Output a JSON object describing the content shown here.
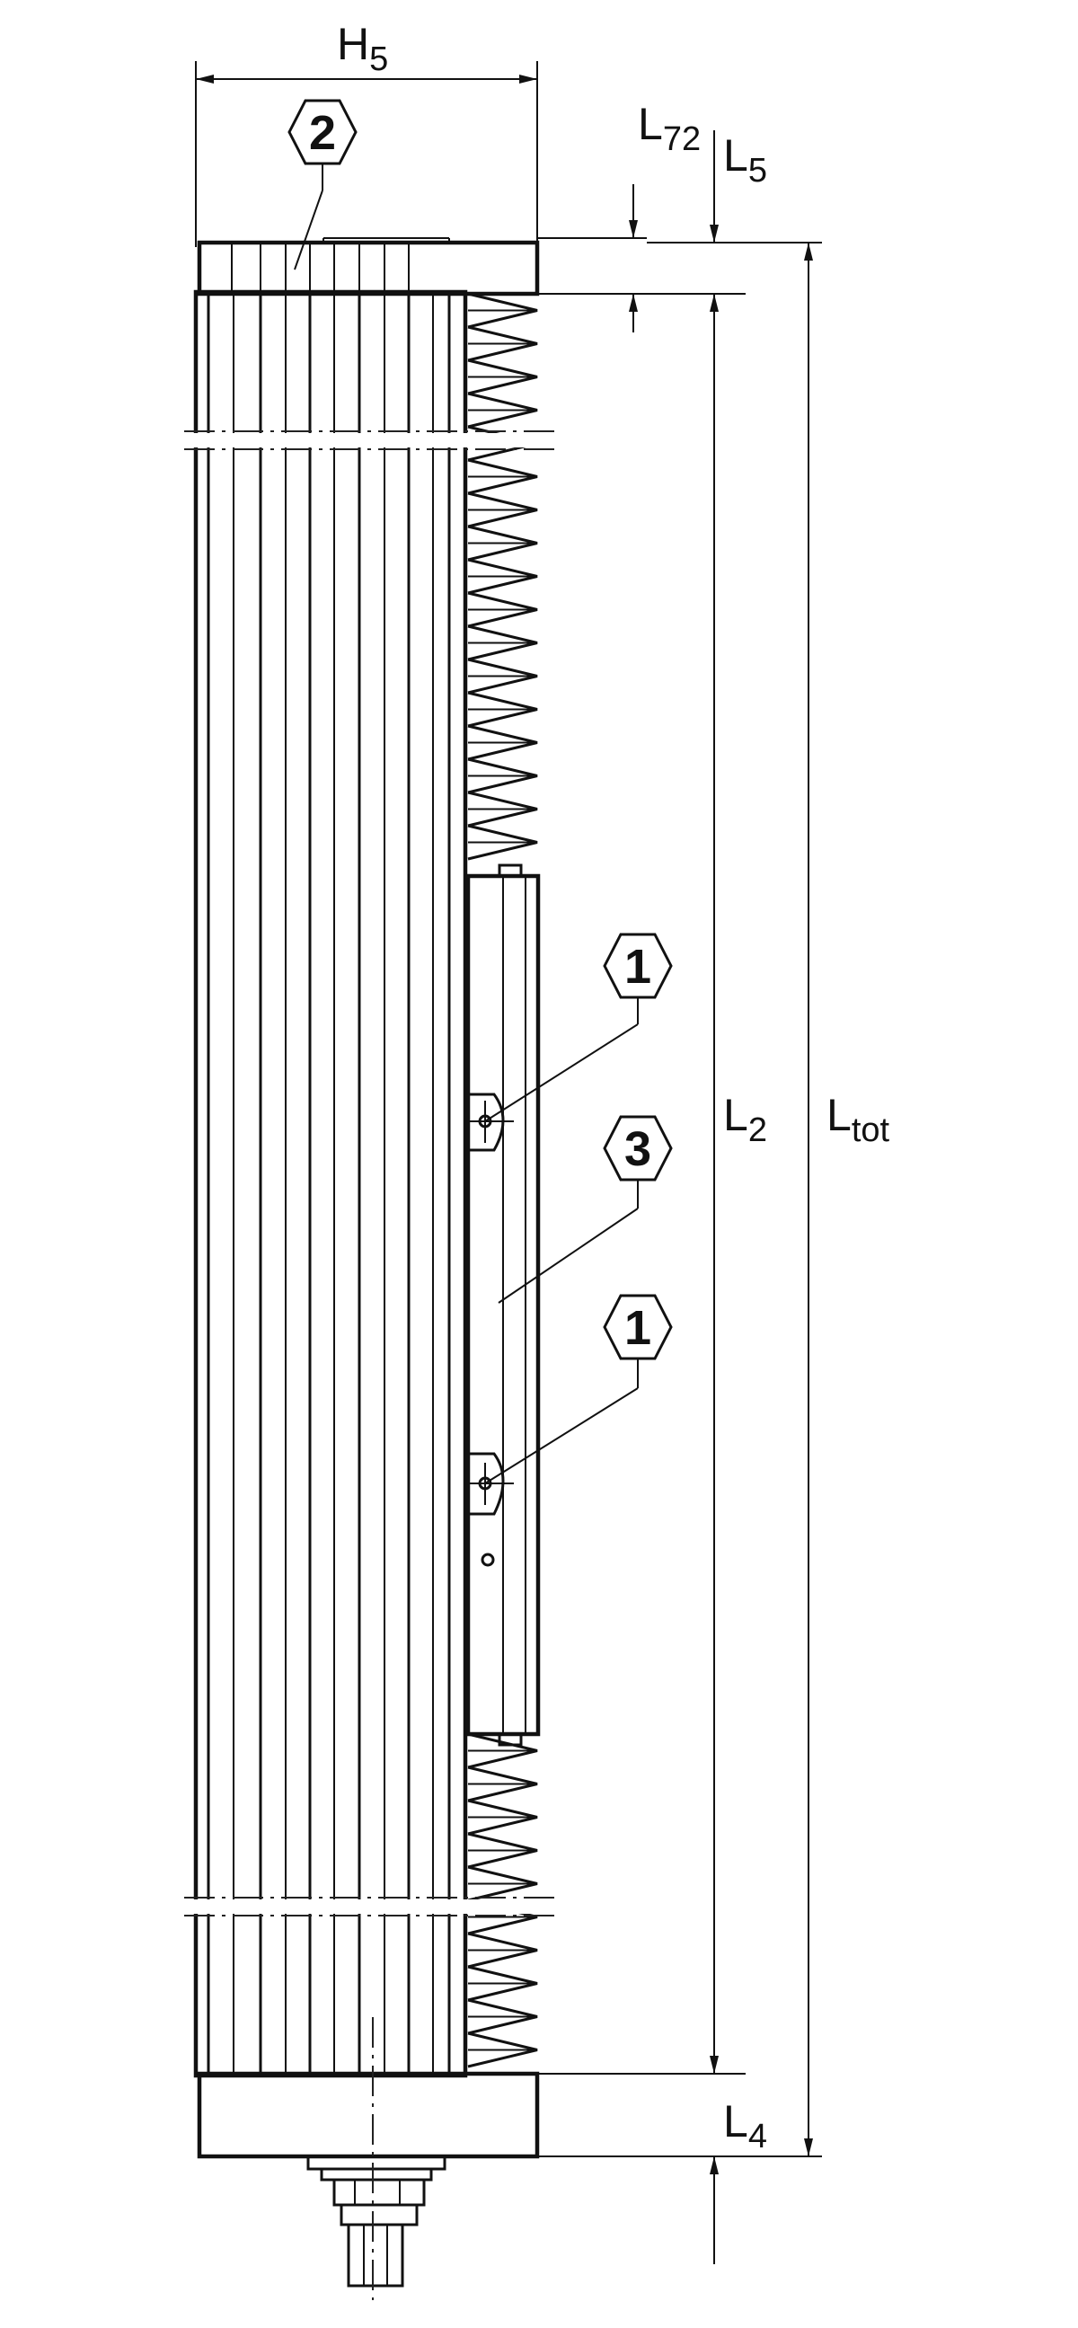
{
  "dimensions": {
    "h5": {
      "main": "H",
      "sub": "5"
    },
    "l72": {
      "main": "L",
      "sub": "72"
    },
    "l5": {
      "main": "L",
      "sub": "5"
    },
    "l2": {
      "main": "L",
      "sub": "2"
    },
    "ltot": {
      "main": "L",
      "sub": "tot"
    },
    "l4": {
      "main": "L",
      "sub": "4"
    }
  },
  "callouts": {
    "top": "2",
    "upper": "1",
    "middle": "3",
    "lower": "1"
  }
}
